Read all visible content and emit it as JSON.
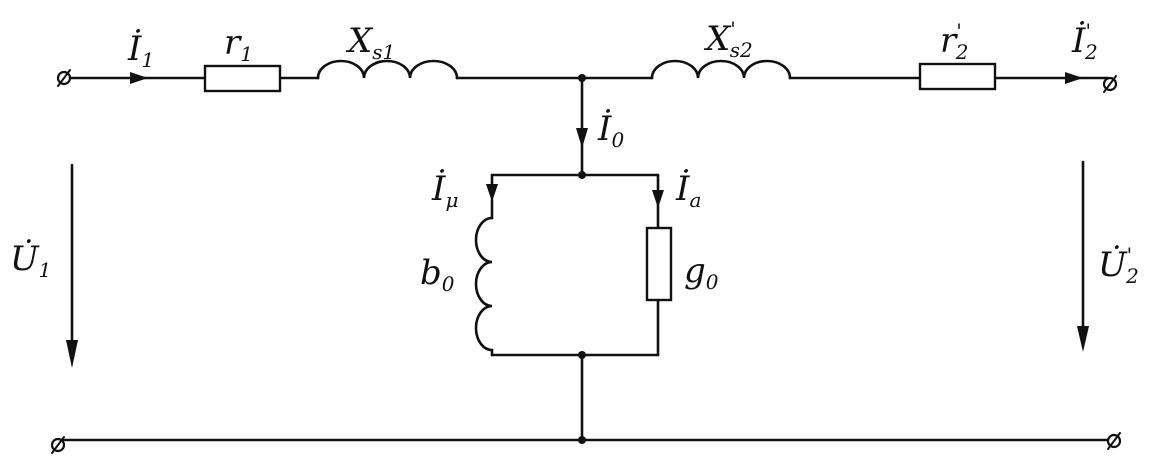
{
  "colors": {
    "ink": "#111111",
    "paper": "#ffffff"
  },
  "labels": {
    "i1": {
      "main": "İ",
      "sub": "1",
      "prime": ""
    },
    "r1": {
      "main": "r",
      "sub": "1",
      "prime": ""
    },
    "xs1": {
      "main": "X",
      "sub": "s1",
      "prime": ""
    },
    "xs2": {
      "main": "X",
      "sub": "s2",
      "prime": "'"
    },
    "r2": {
      "main": "r",
      "sub": "2",
      "prime": "'"
    },
    "i2": {
      "main": "İ",
      "sub": "2",
      "prime": "'"
    },
    "i0": {
      "main": "İ",
      "sub": "0",
      "prime": ""
    },
    "im": {
      "main": "İ",
      "sub": "μ",
      "prime": ""
    },
    "ia": {
      "main": "İ",
      "sub": "a",
      "prime": ""
    },
    "b0": {
      "main": "b",
      "sub": "0",
      "prime": ""
    },
    "g0": {
      "main": "g",
      "sub": "0",
      "prime": ""
    },
    "u1": {
      "main": "U̇",
      "sub": "1",
      "prime": ""
    },
    "u2": {
      "main": "U̇",
      "sub": "2",
      "prime": "'"
    }
  }
}
